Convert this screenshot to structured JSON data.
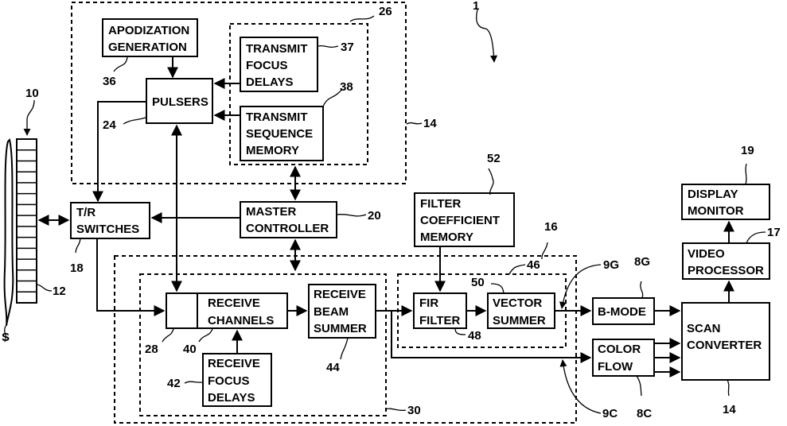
{
  "figure": {
    "system_ref": "1",
    "blocks": {
      "apodization": {
        "lines": [
          "APODIZATION",
          "GENERATION"
        ],
        "ref": "36"
      },
      "pulsers": {
        "lines": [
          "PULSERS"
        ],
        "ref": "24"
      },
      "tx_focus_delays": {
        "lines": [
          "TRANSMIT",
          "FOCUS",
          "DELAYS"
        ],
        "ref": "37"
      },
      "tx_sequence_memory": {
        "lines": [
          "TRANSMIT",
          "SEQUENCE",
          "MEMORY"
        ],
        "ref": "38"
      },
      "tr_switches": {
        "lines": [
          "T/R",
          "SWITCHES"
        ],
        "ref": "18"
      },
      "master_controller": {
        "lines": [
          "MASTER",
          "CONTROLLER"
        ],
        "ref": "20"
      },
      "receive_channels": {
        "lines": [
          "RECEIVE",
          "CHANNELS"
        ],
        "ref": "40"
      },
      "receive_focus_delays": {
        "lines": [
          "RECEIVE",
          "FOCUS",
          "DELAYS"
        ],
        "ref": "42"
      },
      "receive_beam_summer": {
        "lines": [
          "RECEIVE",
          "BEAM",
          "SUMMER"
        ],
        "ref": "44"
      },
      "filter_coeff_memory": {
        "lines": [
          "FILTER",
          "COEFFICIENT",
          "MEMORY"
        ],
        "ref": "52"
      },
      "fir_filter": {
        "lines": [
          "FIR",
          "FILTER"
        ],
        "ref": "48"
      },
      "vector_summer": {
        "lines": [
          "VECTOR",
          "SUMMER"
        ],
        "ref": "50"
      },
      "b_mode": {
        "lines": [
          "B-MODE"
        ],
        "ref": "8G"
      },
      "color_flow": {
        "lines": [
          "COLOR",
          "FLOW"
        ],
        "ref": "8C"
      },
      "scan_converter": {
        "lines": [
          "SCAN",
          "CONVERTER"
        ],
        "ref": "14"
      },
      "video_processor": {
        "lines": [
          "VIDEO",
          "PROCESSOR"
        ],
        "ref": "17"
      },
      "display_monitor": {
        "lines": [
          "DISPLAY",
          "MONITOR"
        ],
        "ref": "19"
      }
    },
    "refs": {
      "transducer": "10",
      "array_elements": "12",
      "subject": "S",
      "transmitter_group": "14",
      "transmit_controller_group": "26",
      "receiver_group": "16",
      "beamformer_group": "30",
      "filter_group": "46",
      "receive_port": "28",
      "b_mode_signal": "9G",
      "color_signal": "9C"
    }
  }
}
